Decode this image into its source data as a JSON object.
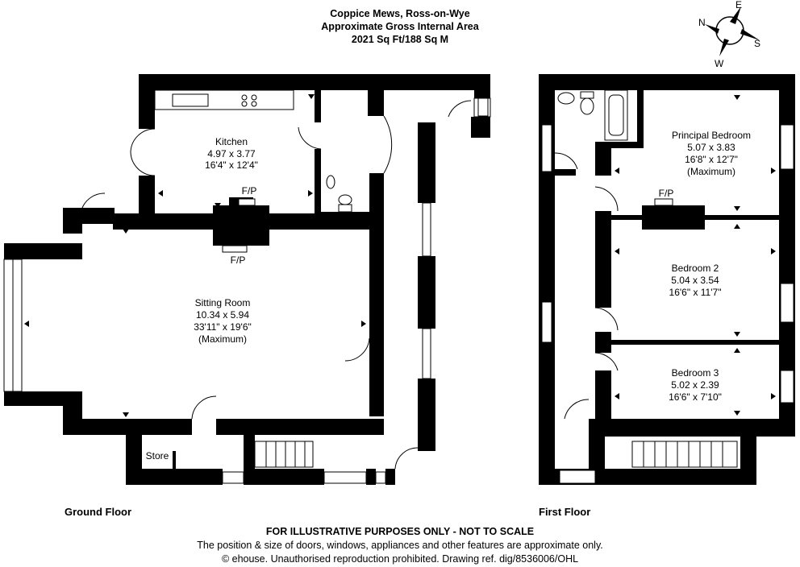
{
  "header": {
    "line1": "Coppice Mews, Ross-on-Wye",
    "line2": "Approximate Gross Internal Area",
    "line3": "2021 Sq Ft/188 Sq M"
  },
  "compass": {
    "n": "N",
    "e": "E",
    "s": "S",
    "w": "W"
  },
  "ground_floor": {
    "label": "Ground Floor",
    "kitchen": {
      "name": "Kitchen",
      "metric": "4.97 x 3.77",
      "imperial": "16'4\" x 12'4\""
    },
    "sitting_room": {
      "name": "Sitting Room",
      "metric": "10.34 x 5.94",
      "imperial": "33'11\" x 19'6\"",
      "note": "(Maximum)"
    },
    "fp_upper": "F/P",
    "fp_lower": "F/P",
    "store": "Store"
  },
  "first_floor": {
    "label": "First Floor",
    "principal_bedroom": {
      "name": "Principal Bedroom",
      "metric": "5.07 x 3.83",
      "imperial": "16'8\" x 12'7\"",
      "note": "(Maximum)"
    },
    "bedroom_2": {
      "name": "Bedroom 2",
      "metric": "5.04 x 3.54",
      "imperial": "16'6\" x 11'7\""
    },
    "bedroom_3": {
      "name": "Bedroom 3",
      "metric": "5.02 x 2.39",
      "imperial": "16'6\" x 7'10\""
    },
    "fp": "F/P"
  },
  "footer": {
    "line1": "FOR ILLUSTRATIVE PURPOSES ONLY - NOT TO SCALE",
    "line2": "The position & size of doors, windows, appliances and other features are approximate only.",
    "line3": "© ehouse. Unauthorised reproduction prohibited. Drawing ref. dig/8536006/OHL"
  }
}
